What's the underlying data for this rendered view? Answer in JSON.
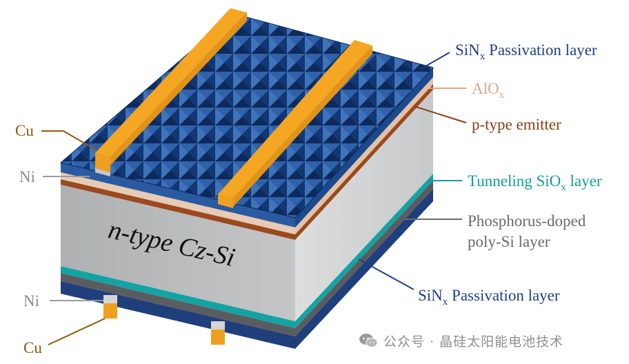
{
  "diagram": {
    "block_label": "n-type Cz-Si",
    "labels": {
      "sinx_top": {
        "base": "SiN",
        "sub": "x",
        "rest": " Passivation layer",
        "color": "#1f3f86"
      },
      "alox": {
        "base": "AlO",
        "sub": "x",
        "rest": "",
        "color": "#d8a88a"
      },
      "emitter": {
        "text": "p-type emitter",
        "color": "#8a3e16"
      },
      "cu_top": {
        "text": "Cu",
        "color": "#8a5a10"
      },
      "ni_top": {
        "text": "Ni",
        "color": "#8a8a8a"
      },
      "tunneling": {
        "pre": "Tunneling SiO",
        "sub": "x",
        "rest": " layer",
        "color": "#119d9d"
      },
      "poly_line1": {
        "text": "Phosphorus-doped",
        "color": "#6a6a6a"
      },
      "poly_line2": {
        "text": "poly-Si layer",
        "color": "#6a6a6a"
      },
      "sinx_bottom": {
        "base": "SiN",
        "sub": "x",
        "rest": " Passivation layer",
        "color": "#1f3f86"
      },
      "ni_bottom": {
        "text": "Ni",
        "color": "#8a8a8a"
      },
      "cu_bottom": {
        "text": "Cu",
        "color": "#8a5a10"
      }
    },
    "colors": {
      "texture_dark": "#0e2a5c",
      "texture_mid": "#1d4a8e",
      "texture_light": "#3f74bb",
      "finger": "#f5a623",
      "finger_dark": "#c98314",
      "alox": "#e3c2a8",
      "emitter": "#9a4a1e",
      "silicon_front": "#b9bcbd",
      "silicon_side": "#cfd1d2",
      "tunneling": "#14a3a3",
      "poly": "#5a5d60",
      "sinx_bottom": "#1f3e7c"
    }
  },
  "watermark": {
    "text": "公众号 · 晶硅太阳能电池技术"
  }
}
